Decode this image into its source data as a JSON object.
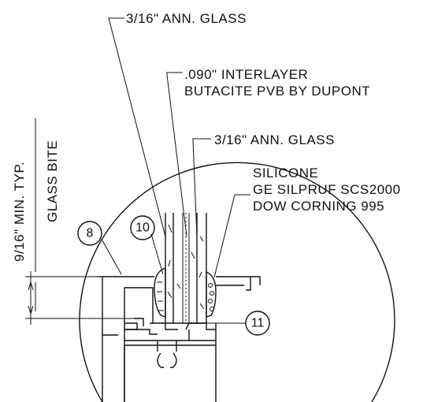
{
  "callouts": {
    "outer_glass": "3/16\" ANN. GLASS",
    "interlayer_line1": ".090\" INTERLAYER",
    "interlayer_line2": "BUTACITE PVB BY DUPONT",
    "inner_glass": "3/16\" ANN. GLASS",
    "silicone_line1": "SILICONE",
    "silicone_line2": "GE SILPRUF SCS2000",
    "silicone_line3": "DOW CORNING 995"
  },
  "dimension": {
    "value": "9/16\" MIN. TYP.",
    "label": "GLASS BITE"
  },
  "markers": [
    "8",
    "10",
    "11"
  ]
}
